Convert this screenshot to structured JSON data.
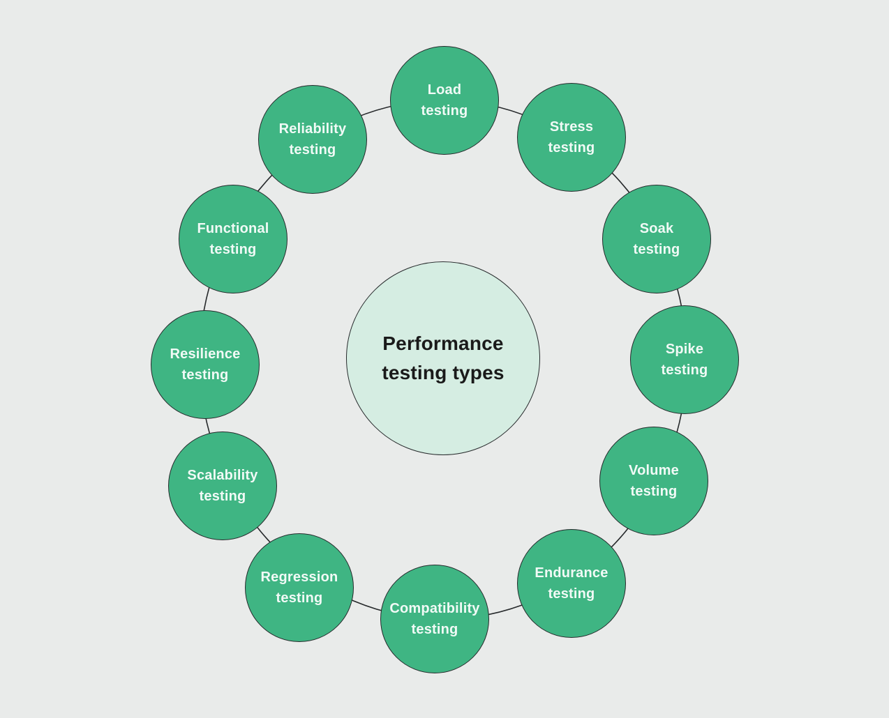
{
  "title": {
    "line1": "Performance",
    "line2": "testing types"
  },
  "nodes": [
    {
      "id": "load-testing",
      "line1": "Load",
      "line2": "testing"
    },
    {
      "id": "stress-testing",
      "line1": "Stress",
      "line2": "testing"
    },
    {
      "id": "soak-testing",
      "line1": "Soak",
      "line2": "testing"
    },
    {
      "id": "spike-testing",
      "line1": "Spike",
      "line2": "testing"
    },
    {
      "id": "volume-testing",
      "line1": "Volume",
      "line2": "testing"
    },
    {
      "id": "endurance-testing",
      "line1": "Endurance",
      "line2": "testing"
    },
    {
      "id": "compatibility-testing",
      "line1": "Compatibility",
      "line2": "testing"
    },
    {
      "id": "regression-testing",
      "line1": "Regression",
      "line2": "testing"
    },
    {
      "id": "scalability-testing",
      "line1": "Scalability",
      "line2": "testing"
    },
    {
      "id": "resilience-testing",
      "line1": "Resilience",
      "line2": "testing"
    },
    {
      "id": "functional-testing",
      "line1": "Functional",
      "line2": "testing"
    },
    {
      "id": "reliability-testing",
      "line1": "Reliability",
      "line2": "testing"
    }
  ],
  "colors": {
    "background": "#e9ebea",
    "node_fill": "#3fb583",
    "node_text": "#f1faf6",
    "center_fill": "#d5ede2",
    "center_text": "#1a1a1a",
    "stroke": "#26292b"
  }
}
